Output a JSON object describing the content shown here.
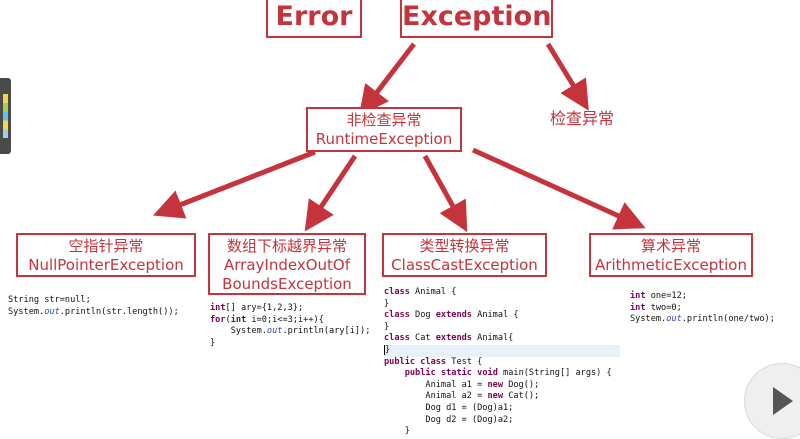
{
  "top": {
    "error": "Error",
    "exception": "Exception"
  },
  "runtime": {
    "cn": "非检查异常",
    "en": "RuntimeException"
  },
  "checked": "检查异常",
  "types": {
    "npe": {
      "cn": "空指针异常",
      "en": "NullPointerException"
    },
    "aioobe": {
      "cn": "数组下标越界异常",
      "en1": "ArrayIndexOutOf",
      "en2": "BoundsException"
    },
    "cce": {
      "cn": "类型转换异常",
      "en": "ClassCastException"
    },
    "ae": {
      "cn": "算术异常",
      "en": "ArithmeticException"
    }
  },
  "code": {
    "npe": [
      "String str=null;",
      "System.out.println(str.length());"
    ],
    "aioobe": [
      "int[] ary={1,2,3};",
      "for(int i=0;i<=3;i++){",
      "    System.out.println(ary[i]);",
      "}"
    ],
    "cce": [
      "class Animal {",
      "}",
      "class Dog extends Animal {",
      "}",
      "class Cat extends Animal{",
      "}",
      "public class Test {",
      "    public static void main(String[] args) {",
      "        Animal a1 = new Dog();",
      "        Animal a2 = new Cat();",
      "        Dog d1 = (Dog)a1;",
      "        Dog d2 = (Dog)a2;",
      "    }"
    ],
    "ae": [
      "int one=12;",
      "int two=0;",
      "System.out.println(one/two);"
    ]
  },
  "colors": {
    "accent": "#c5343c",
    "keyword": "#7f0055",
    "field": "#2a3fc8"
  },
  "icons": [
    "play-icon",
    "side-panel-handle-icon",
    "arrow-icon"
  ]
}
